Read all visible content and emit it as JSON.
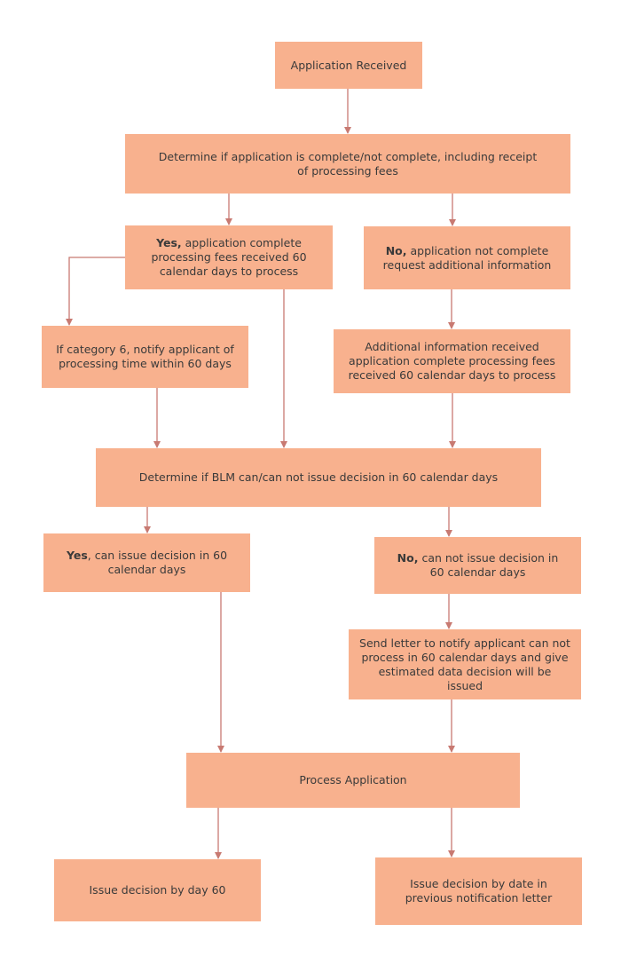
{
  "nodes": {
    "received": {
      "text": "Application Received"
    },
    "determine_complete": {
      "text": "Determine if application is complete/not complete, including receipt of processing fees"
    },
    "yes_complete": {
      "lead": "Yes,",
      "text": " application complete processing fees received 60 calendar days to process"
    },
    "no_complete": {
      "lead": "No,",
      "text": " application not complete request additional information"
    },
    "category6": {
      "text": "If category 6, notify applicant  of processing time within 60 days"
    },
    "additional_info": {
      "text": "Additional information received application complete processing fees received 60 calendar days to process"
    },
    "determine_blm": {
      "text": "Determine if BLM can/can not issue decision in 60 calendar days"
    },
    "yes_can": {
      "lead": "Yes",
      "text": ", can issue decision in 60 calendar days"
    },
    "no_can": {
      "lead": "No,",
      "text": " can not issue decision in 60 calendar days"
    },
    "send_letter": {
      "text": "Send letter to notify applicant can not process in 60 calendar days and give estimated data decision will be issued"
    },
    "process": {
      "text": "Process Application"
    },
    "issue60": {
      "text": "Issue decision by day 60"
    },
    "issue_date": {
      "text": "Issue decision by date in previous notification letter"
    }
  },
  "colors": {
    "box_fill": "#f8b18e",
    "arrow": "#c87a72",
    "text": "#3a3a3a"
  }
}
